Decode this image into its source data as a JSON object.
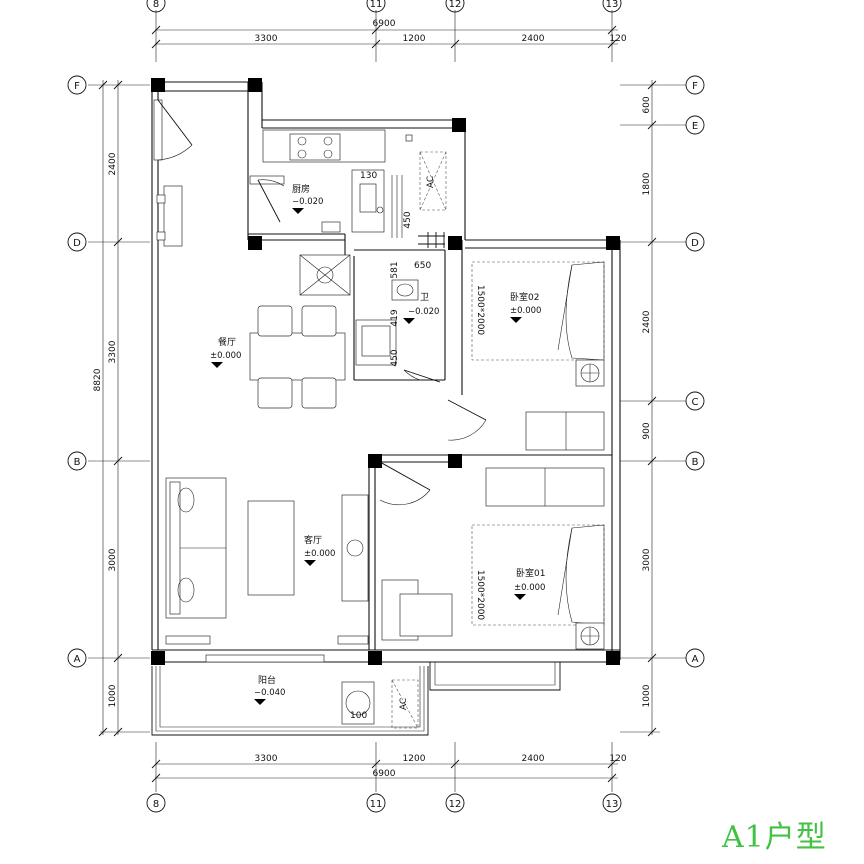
{
  "title": "A1户型",
  "axes": {
    "top": [
      "8",
      "11",
      "12",
      "13"
    ],
    "bottom": [
      "8",
      "11",
      "12",
      "13"
    ],
    "left": [
      "F",
      "D",
      "B",
      "A"
    ],
    "right": [
      "F",
      "E",
      "D",
      "C",
      "B",
      "A"
    ]
  },
  "dimensions": {
    "total_width": "6900",
    "width_segments": [
      "3300",
      "1200",
      "2400",
      "120"
    ],
    "total_height": "8820",
    "left_segments": [
      "2400",
      "3300",
      "3000",
      "1000"
    ],
    "right_segments": [
      "600",
      "1800",
      "2400",
      "900",
      "3000",
      "1000"
    ],
    "inner": [
      "130",
      "450",
      "650",
      "581",
      "419",
      "450",
      "100"
    ]
  },
  "rooms": {
    "kitchen": {
      "name": "厨房",
      "elev": "−0.020"
    },
    "dining": {
      "name": "餐厅",
      "elev": "±0.000"
    },
    "bath": {
      "name": "卫",
      "elev": "−0.020"
    },
    "bed2": {
      "name": "卧室02",
      "elev": "±0.000",
      "bed": "1500*2000"
    },
    "living": {
      "name": "客厅",
      "elev": "±0.000"
    },
    "bed1": {
      "name": "卧室01",
      "elev": "±0.000",
      "bed": "1500*2000"
    },
    "balcony": {
      "name": "阳台",
      "elev": "−0.040"
    }
  },
  "ac_label": "AC",
  "colors": {
    "title": "#42c242",
    "lines": "#111111"
  }
}
